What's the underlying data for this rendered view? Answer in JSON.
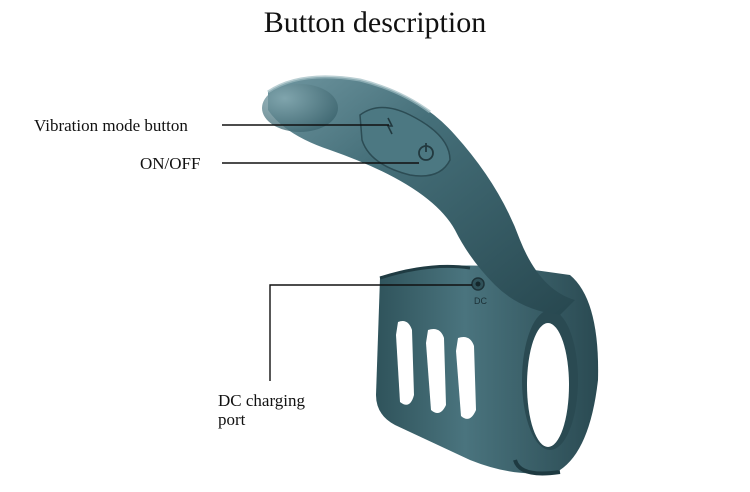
{
  "title": "Button description",
  "labels": {
    "vibration_mode": "Vibration mode button",
    "on_off": "ON/OFF",
    "dc_line1": "DC charging",
    "dc_line2": "port"
  },
  "device_marking": "DC",
  "colors": {
    "device_body": "#3f6a74",
    "device_shadow": "#24444c",
    "device_highlight": "#7fa4ad",
    "leader_line": "#111111"
  }
}
